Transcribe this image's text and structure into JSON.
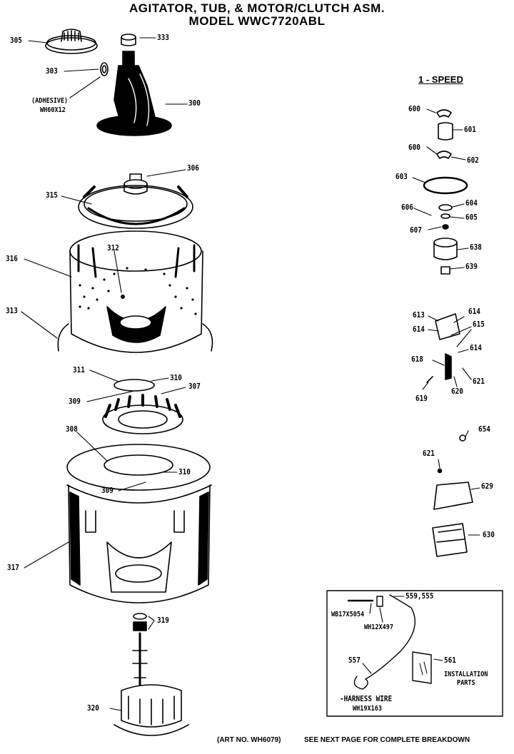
{
  "header": {
    "title_line1": "AGITATOR, TUB, & MOTOR/CLUTCH ASM.",
    "title_line2": "MODEL WWC7720ABL"
  },
  "section_label": "1 - SPEED",
  "callouts": {
    "p305": "305",
    "p333": "333",
    "p303": "303",
    "p300": "300",
    "adhesive": "(ADHESIVE)",
    "adhesive_part": "WH60X12",
    "p306": "306",
    "p315": "315",
    "p312": "312",
    "p316": "316",
    "p313": "313",
    "p311": "311",
    "p310a": "310",
    "p309a": "309",
    "p307": "307",
    "p308": "308",
    "p310b": "310",
    "p309b": "309",
    "p317": "317",
    "p319": "319",
    "p320": "320",
    "p600a": "600",
    "p601": "601",
    "p600b": "600",
    "p602": "602",
    "p603": "603",
    "p606": "606",
    "p604": "604",
    "p605": "605",
    "p607": "607",
    "p638": "638",
    "p639": "639",
    "p613": "613",
    "p614a": "614",
    "p614b": "614",
    "p615": "615",
    "p614c": "614",
    "p618": "618",
    "p621a": "621",
    "p620": "620",
    "p619": "619",
    "p654": "654",
    "p621b": "621",
    "p629": "629",
    "p630": "630",
    "p559": "559,555",
    "wb17": "WB17X5054",
    "wh12": "WH12X497",
    "p557": "557",
    "p561": "561",
    "install1": "INSTALLATION",
    "install2": "PARTS",
    "harness1": "-HARNESS WIRE",
    "harness2": "WH19X163"
  },
  "footer": {
    "art_no": "(ART NO. WH6079)",
    "note": "SEE NEXT PAGE FOR COMPLETE BREAKDOWN"
  }
}
